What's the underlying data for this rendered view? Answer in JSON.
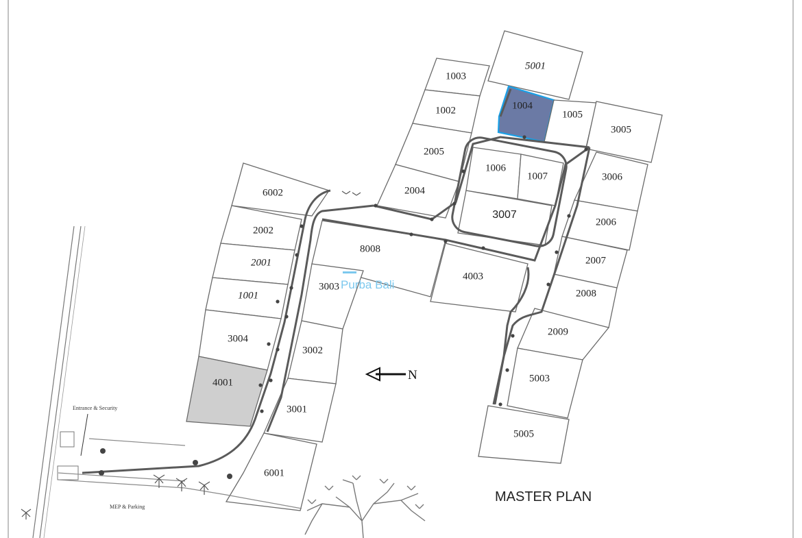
{
  "map": {
    "title": "MASTER PLAN",
    "watermark": "Purba Bali",
    "north_label": "N",
    "entrance_label": "Entrance & Security",
    "parking_label": "MEP & Parking",
    "selected_plot": "1004",
    "highlight_color": "#6b7aa5",
    "selected_border_color": "#1aa0e6",
    "grey_plot_color": "#cfcfcf",
    "plots": [
      {
        "id": "5001",
        "italic": true
      },
      {
        "id": "1003",
        "italic": false
      },
      {
        "id": "1002",
        "italic": false
      },
      {
        "id": "1004",
        "italic": false,
        "state": "selected"
      },
      {
        "id": "1005",
        "italic": false
      },
      {
        "id": "3005",
        "italic": false
      },
      {
        "id": "2005",
        "italic": false
      },
      {
        "id": "1006",
        "italic": false
      },
      {
        "id": "1007",
        "italic": false
      },
      {
        "id": "3006",
        "italic": false
      },
      {
        "id": "2004",
        "italic": false
      },
      {
        "id": "3007",
        "italic": false
      },
      {
        "id": "6002",
        "italic": false
      },
      {
        "id": "2006",
        "italic": false
      },
      {
        "id": "2002",
        "italic": false
      },
      {
        "id": "8008",
        "italic": false
      },
      {
        "id": "2007",
        "italic": false
      },
      {
        "id": "2001",
        "italic": true
      },
      {
        "id": "4003",
        "italic": false
      },
      {
        "id": "3003",
        "italic": false
      },
      {
        "id": "2008",
        "italic": false
      },
      {
        "id": "1001",
        "italic": true
      },
      {
        "id": "2009",
        "italic": false
      },
      {
        "id": "3004",
        "italic": false
      },
      {
        "id": "3002",
        "italic": false
      },
      {
        "id": "5003",
        "italic": false
      },
      {
        "id": "4001",
        "italic": false,
        "state": "grey"
      },
      {
        "id": "3001",
        "italic": false
      },
      {
        "id": "5005",
        "italic": false
      },
      {
        "id": "6001",
        "italic": false
      }
    ]
  }
}
